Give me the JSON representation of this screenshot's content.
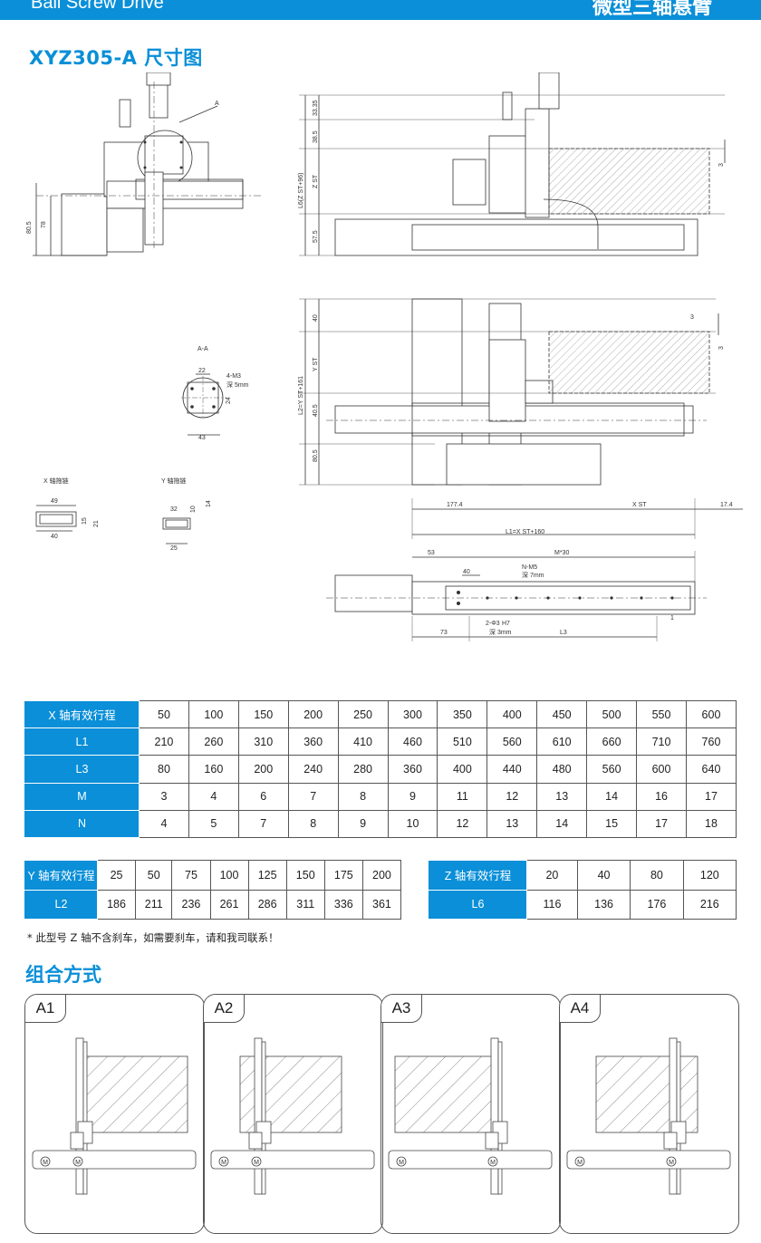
{
  "header": {
    "left_text": "Ball Screw Drive",
    "right_text": "微型三轴悬臂"
  },
  "page_title": "XYZ305-A  尺寸图",
  "drawing": {
    "labels": {
      "a": "A",
      "section_aa": "A-A",
      "dim_805": "80.5",
      "dim_78": "78",
      "dim_3335": "33.35",
      "dim_385": "38.5",
      "dim_zst": "Z ST",
      "dim_l6": "L6(Z ST+96)",
      "dim_575": "57.5",
      "dim_3a": "3",
      "dim_40": "40",
      "dim_yst": "Y ST",
      "dim_l2": "L2=Y ST+161",
      "dim_405": "40.5",
      "dim_805b": "80.5",
      "dim_3b": "3",
      "dim_3c": "3",
      "dim_22": "22",
      "dim_4m3": "4-M3",
      "dim_4m3_depth": "深 5mm",
      "dim_43": "43",
      "dim_24": "24",
      "x_chain": "X 轴拖链",
      "y_chain": "Y 轴拖链",
      "dim_49": "49",
      "dim_40b": "40",
      "dim_15": "15",
      "dim_21": "21",
      "dim_32": "32",
      "dim_25": "25",
      "dim_10": "10",
      "dim_14": "14",
      "dim_1774": "177.4",
      "dim_xst": "X ST",
      "dim_174": "17.4",
      "dim_l1": "L1=X  ST+160",
      "dim_53": "53",
      "dim_m30": "M*30",
      "dim_40c": "40",
      "dim_nm5": "N-M5",
      "dim_nm5_depth": "深 7mm",
      "dim_phi3": "2-Φ3",
      "dim_h7": "H7",
      "dim_phi3_depth": "深 3mm",
      "dim_1": "1",
      "dim_73": "73",
      "dim_l3": "L3"
    }
  },
  "table_x": {
    "rows": [
      {
        "label": "X 轴有效行程",
        "values": [
          "50",
          "100",
          "150",
          "200",
          "250",
          "300",
          "350",
          "400",
          "450",
          "500",
          "550",
          "600"
        ]
      },
      {
        "label": "L1",
        "values": [
          "210",
          "260",
          "310",
          "360",
          "410",
          "460",
          "510",
          "560",
          "610",
          "660",
          "710",
          "760"
        ]
      },
      {
        "label": "L3",
        "values": [
          "80",
          "160",
          "200",
          "240",
          "280",
          "360",
          "400",
          "440",
          "480",
          "560",
          "600",
          "640"
        ]
      },
      {
        "label": "M",
        "values": [
          "3",
          "4",
          "6",
          "7",
          "8",
          "9",
          "11",
          "12",
          "13",
          "14",
          "16",
          "17"
        ]
      },
      {
        "label": "N",
        "values": [
          "4",
          "5",
          "7",
          "8",
          "9",
          "10",
          "12",
          "13",
          "14",
          "15",
          "17",
          "18"
        ]
      }
    ]
  },
  "table_y": {
    "rows": [
      {
        "label": "Y 轴有效行程",
        "values": [
          "25",
          "50",
          "75",
          "100",
          "125",
          "150",
          "175",
          "200"
        ]
      },
      {
        "label": "L2",
        "values": [
          "186",
          "211",
          "236",
          "261",
          "286",
          "311",
          "336",
          "361"
        ]
      }
    ]
  },
  "table_z": {
    "rows": [
      {
        "label": "Z 轴有效行程",
        "values": [
          "20",
          "40",
          "80",
          "120"
        ]
      },
      {
        "label": "L6",
        "values": [
          "116",
          "136",
          "176",
          "216"
        ]
      }
    ]
  },
  "note": "* 此型号 Z 轴不含刹车，如需要刹车，请和我司联系！",
  "section_title": "组合方式",
  "combinations": [
    {
      "tag": "A1",
      "motor_symbol": "M"
    },
    {
      "tag": "A2",
      "motor_symbol": "M"
    },
    {
      "tag": "A3",
      "motor_symbol": "M"
    },
    {
      "tag": "A4",
      "motor_symbol": "M"
    }
  ],
  "colors": {
    "accent": "#0a8fd8",
    "table_header_text": "#ffffff"
  }
}
